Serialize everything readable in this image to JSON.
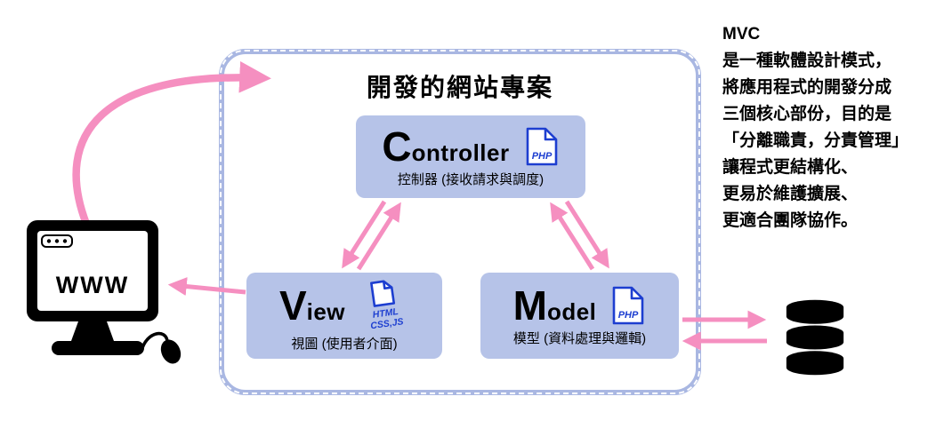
{
  "colors": {
    "box_fill": "#b6c3e8",
    "container_border": "#a9b7e2",
    "arrow_pink": "#f58fc0",
    "file_blue": "#1d3ed0",
    "icon_black": "#000000"
  },
  "diagram": {
    "container_title": "開發的網站專案",
    "boxes": {
      "controller": {
        "initial": "C",
        "rest": "ontroller",
        "subtitle": "控制器 (接收請求與調度)",
        "file_type": "PHP"
      },
      "view": {
        "initial": "V",
        "rest": "iew",
        "subtitle": "視圖 (使用者介面)",
        "file_line1": "HTML",
        "file_line2": "CSS,JS"
      },
      "model": {
        "initial": "M",
        "rest": "odel",
        "subtitle": "模型 (資料處理與邏輯)",
        "file_type": "PHP"
      }
    },
    "computer_label": "WWW",
    "note": {
      "title": "MVC",
      "lines": [
        "是一種軟體設計模式，",
        "將應用程式的開發分成",
        "三個核心部份，目的是",
        "「分離職責，分責管理」",
        "讓程式更結構化、",
        "更易於維護擴展、",
        "更適合團隊協作。"
      ]
    }
  }
}
